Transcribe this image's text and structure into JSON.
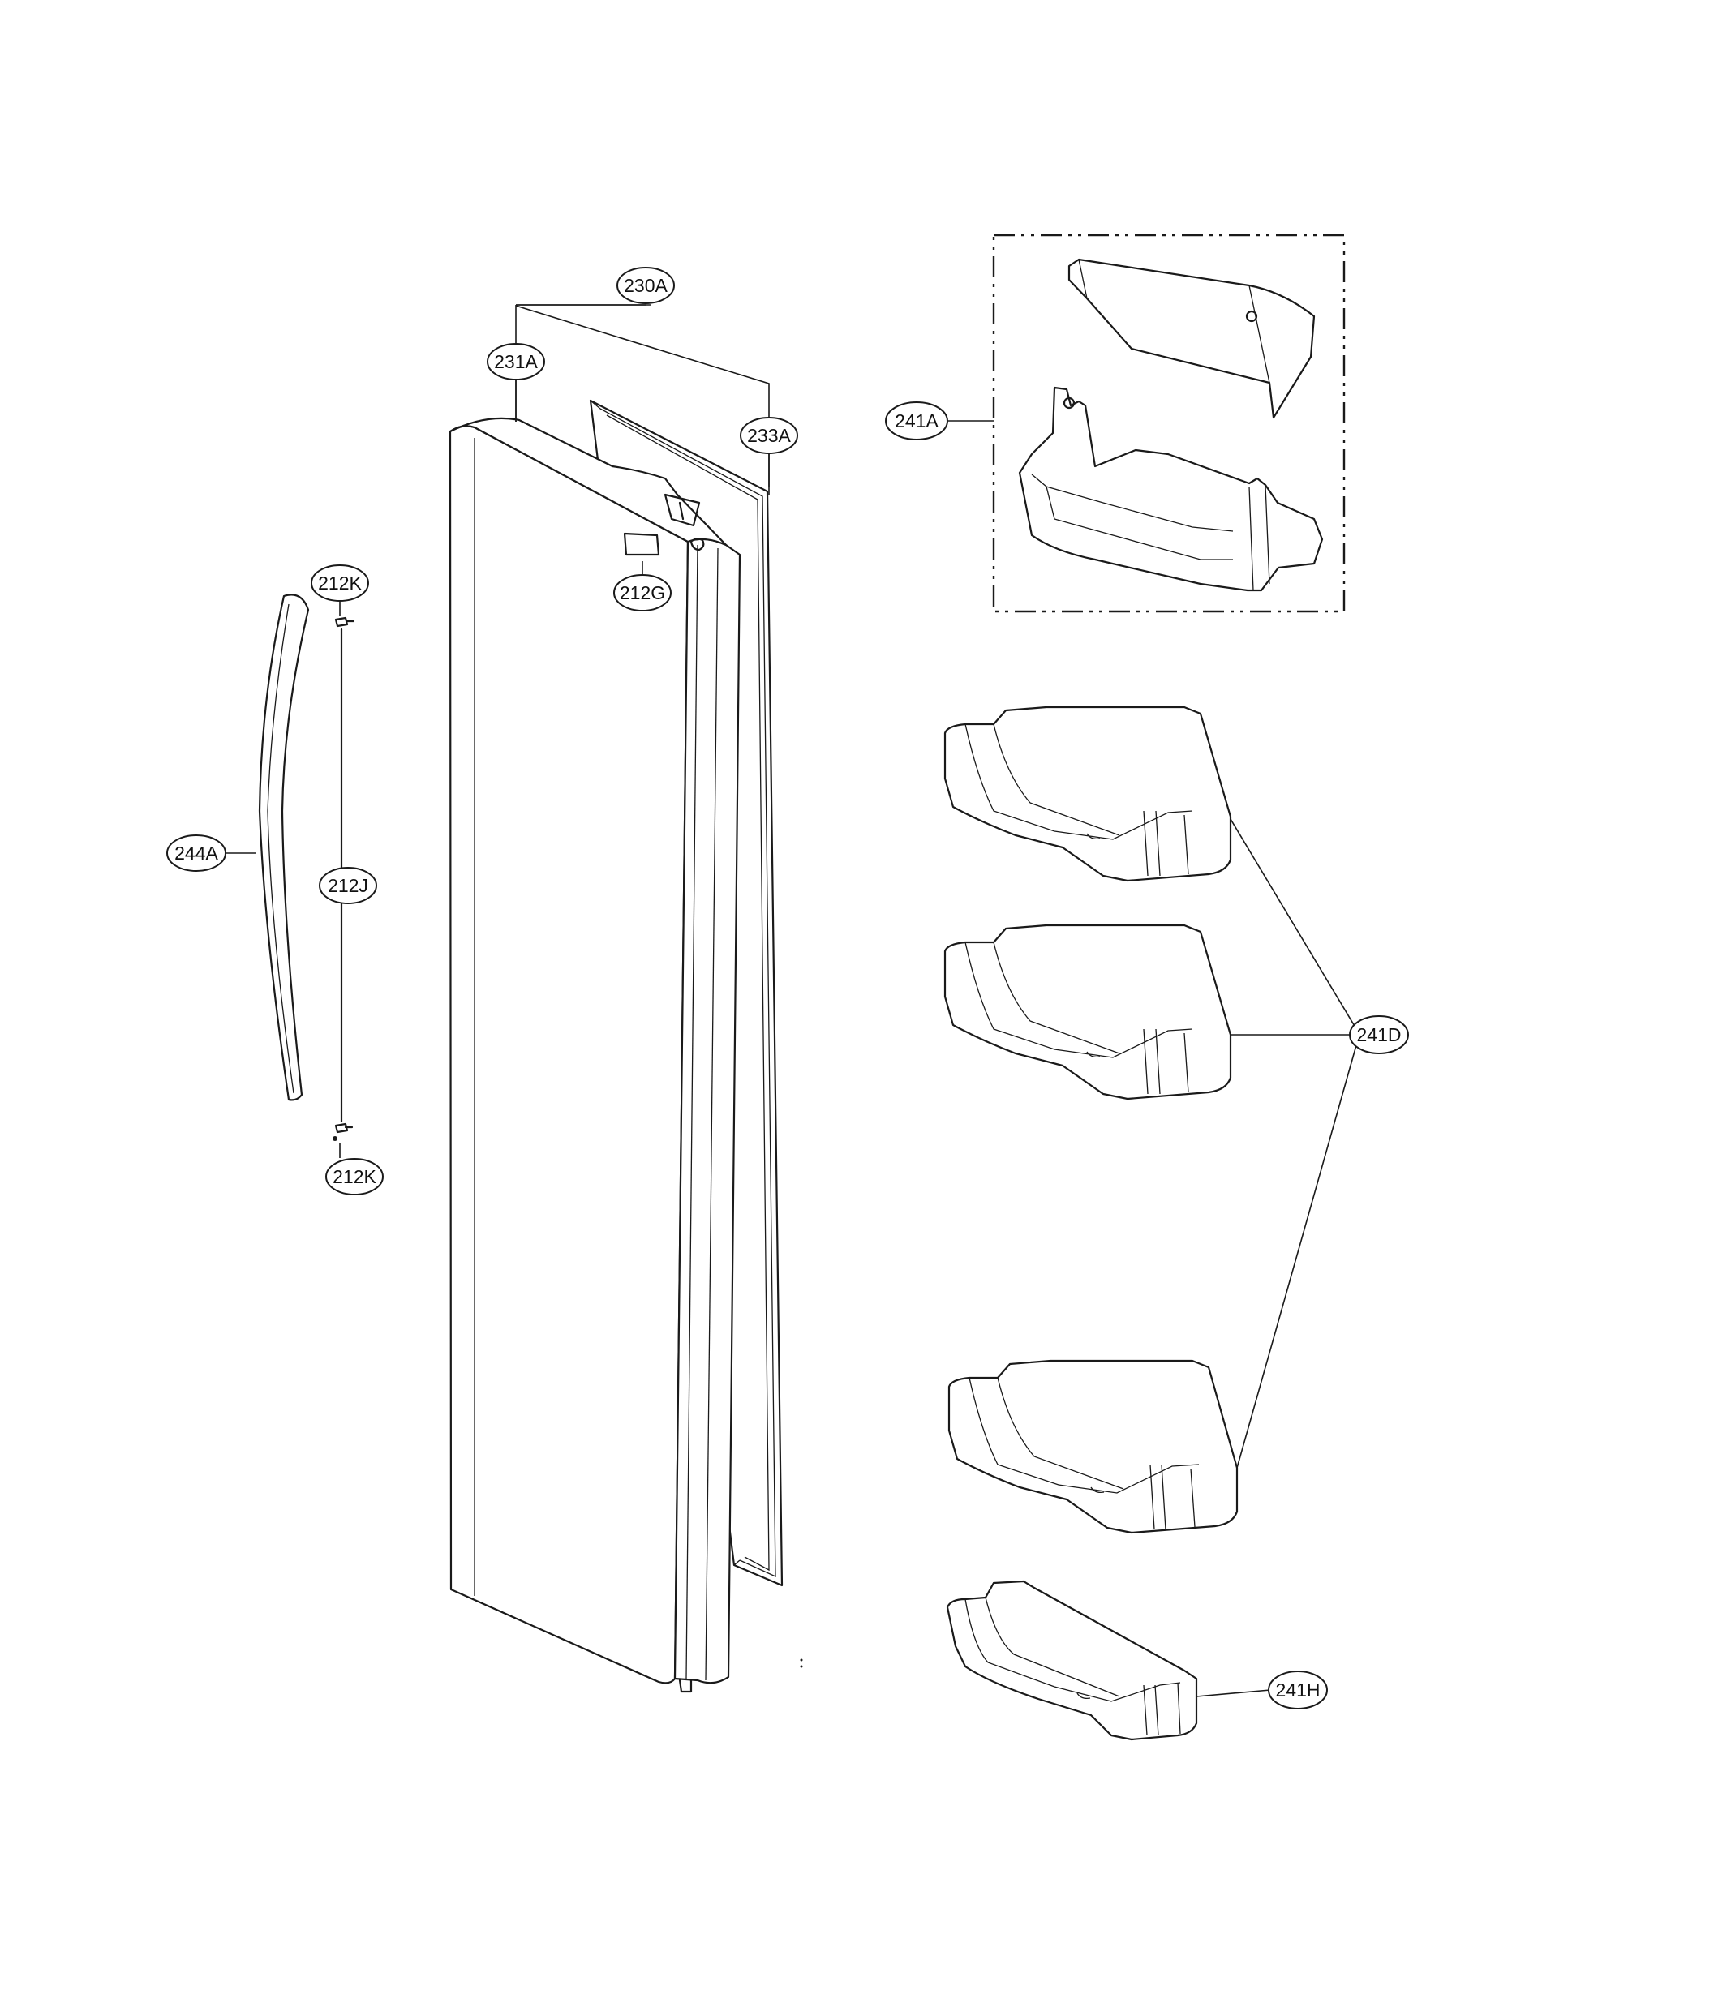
{
  "callouts": {
    "c230A": "230A",
    "c231A": "231A",
    "c233A": "233A",
    "c212G": "212G",
    "c212K_top": "212K",
    "c212K_bottom": "212K",
    "c212J": "212J",
    "c244A": "244A",
    "c241A": "241A",
    "c241D": "241D",
    "c241H": "241H"
  },
  "colors": {
    "line": "#1a1a1a",
    "background": "#ffffff"
  }
}
